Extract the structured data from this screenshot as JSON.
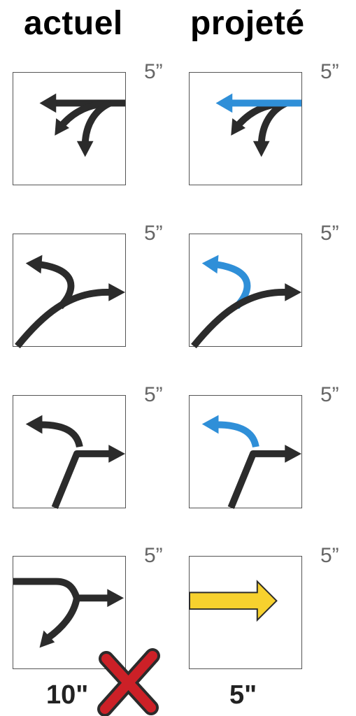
{
  "headings": {
    "left": "actuel",
    "right": "projeté"
  },
  "colors": {
    "arrow": "#2b2b2b",
    "highlight_blue": "#2f8fd8",
    "highlight_yellow": "#f7d12e",
    "cross_red": "#cc2027",
    "border": "#555555"
  },
  "rows": [
    {
      "current": {
        "icon": "left-arrow-with-two-lower-left-branches-icon",
        "time": "5”"
      },
      "projected": {
        "icon": "left-arrow-blue-with-two-lower-left-branches-icon",
        "time": "5”"
      }
    },
    {
      "current": {
        "icon": "bear-right-with-left-branch-icon",
        "time": "5”"
      },
      "projected": {
        "icon": "bear-right-with-blue-left-branch-icon",
        "time": "5”"
      }
    },
    {
      "current": {
        "icon": "straight-up-right-with-left-branch-icon",
        "time": "5”"
      },
      "projected": {
        "icon": "straight-up-right-with-blue-left-branch-icon",
        "time": "5”"
      }
    },
    {
      "current": {
        "icon": "fork-right-and-down-icon",
        "time": "5”"
      },
      "projected": {
        "icon": "yellow-right-arrow-icon",
        "time": "5”"
      }
    }
  ],
  "footer": {
    "left_total": "10\"",
    "right_total": "5\"",
    "rejected_icon": "red-cross-icon"
  }
}
